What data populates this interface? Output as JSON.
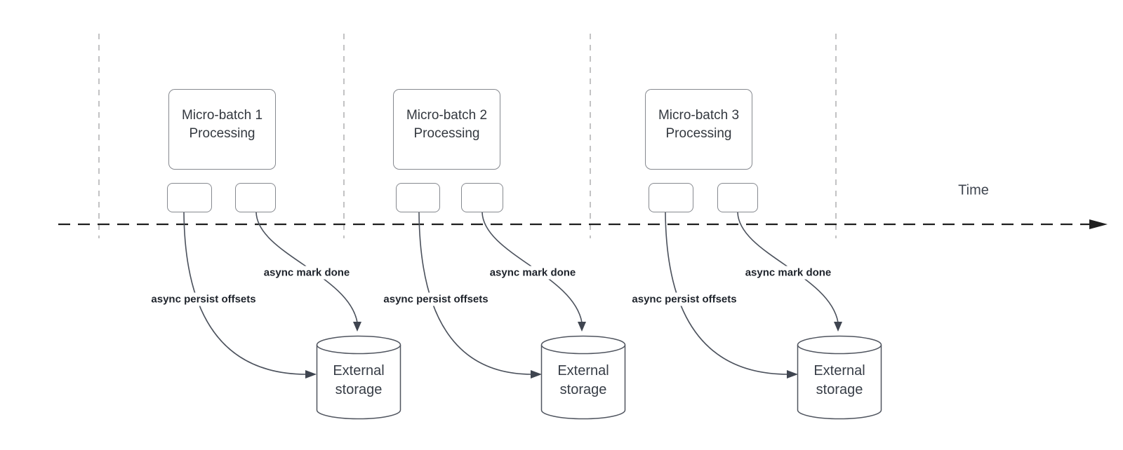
{
  "diagram": {
    "time_axis_label": "Time",
    "groups": [
      {
        "title_line1": "Micro-batch 1",
        "title_line2": "Processing",
        "persist_arrow_label": "async persist offsets",
        "mark_done_arrow_label": "async mark done",
        "storage_line1": "External",
        "storage_line2": "storage"
      },
      {
        "title_line1": "Micro-batch 2",
        "title_line2": "Processing",
        "persist_arrow_label": "async persist offsets",
        "mark_done_arrow_label": "async mark done",
        "storage_line1": "External",
        "storage_line2": "storage"
      },
      {
        "title_line1": "Micro-batch 3",
        "title_line2": "Processing",
        "persist_arrow_label": "async persist offsets",
        "mark_done_arrow_label": "async mark done",
        "storage_line1": "External",
        "storage_line2": "storage"
      }
    ]
  },
  "colors": {
    "background": "#ffffff",
    "timeline": "#1f1f1f",
    "guide_line": "#b4b4b6",
    "connector": "#4b515c",
    "arrowhead": "#3f4550",
    "shape_border": "#86898f",
    "cylinder_border": "#50555f",
    "title_text": "#33383f",
    "label_text": "#1e232b",
    "time_text": "#3f454f"
  }
}
